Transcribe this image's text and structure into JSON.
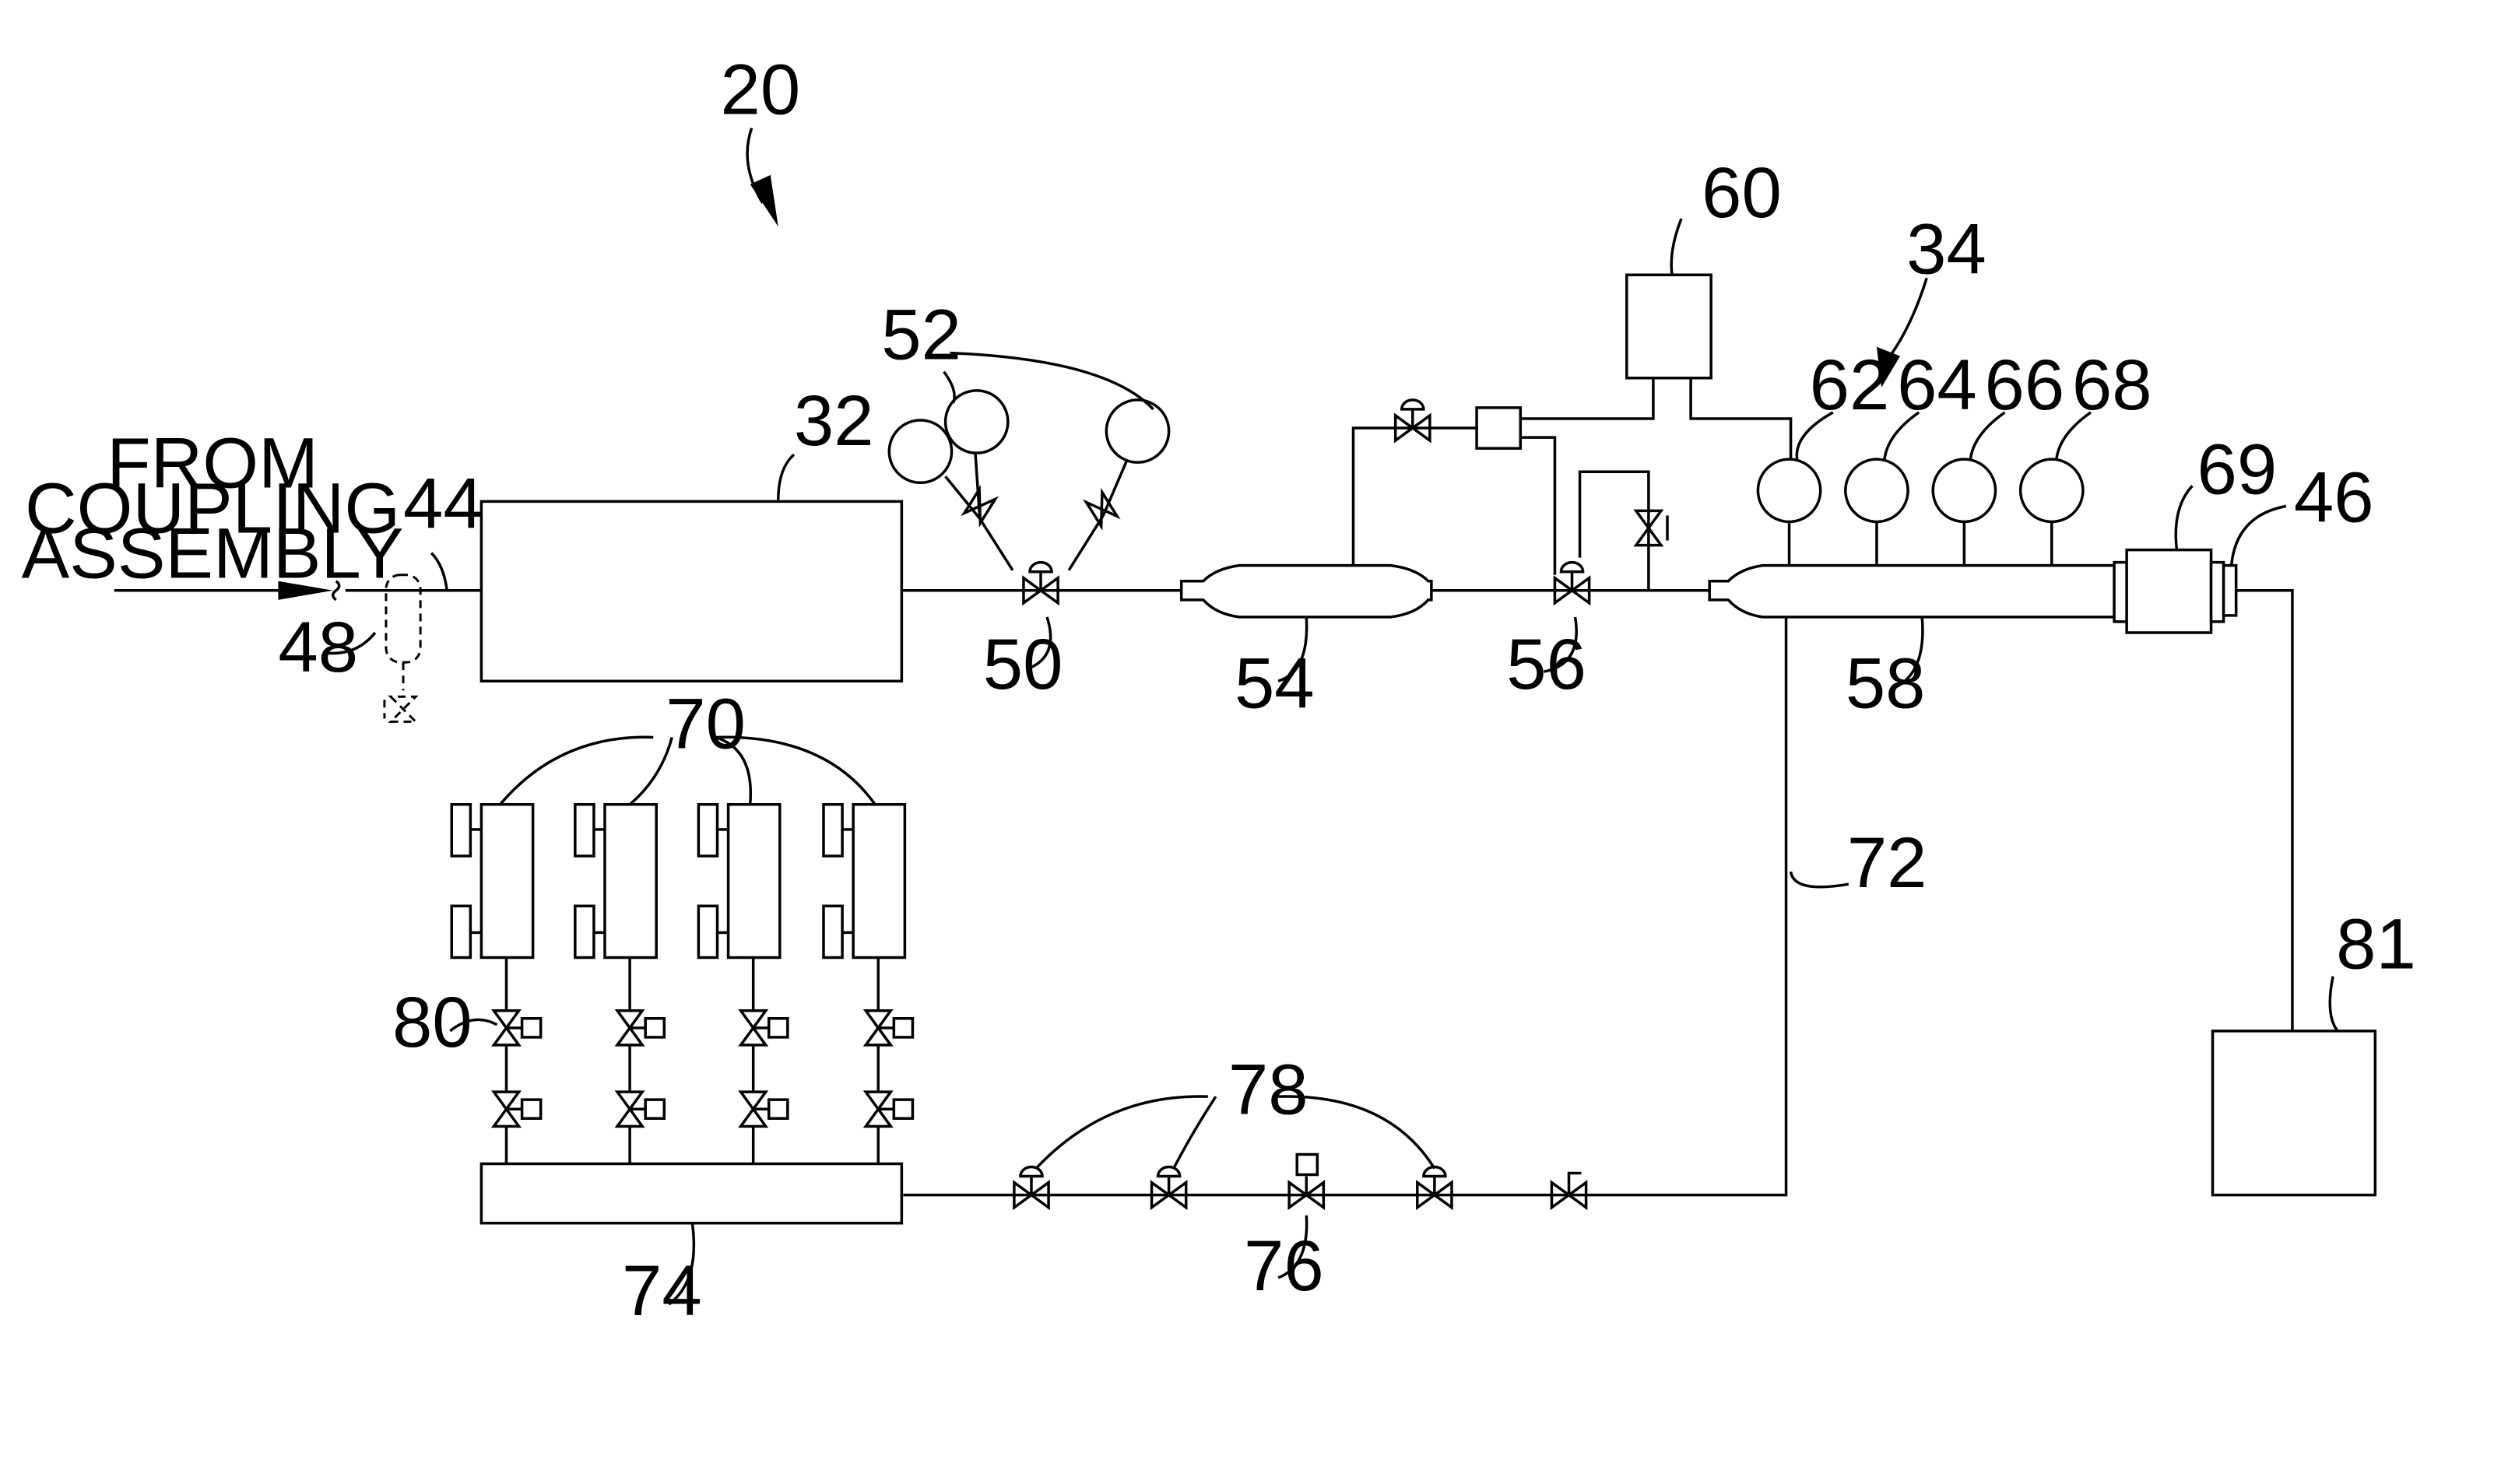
{
  "source_label": {
    "lines": [
      "FROM",
      "COUPLING",
      "ASSEMBLY"
    ]
  },
  "refs": {
    "r20": "20",
    "r32": "32",
    "r34": "34",
    "r44": "44",
    "r46": "46",
    "r48": "48",
    "r50": "50",
    "r52": "52",
    "r54": "54",
    "r56": "56",
    "r58": "58",
    "r60": "60",
    "r62": "62",
    "r64": "64",
    "r66": "66",
    "r68": "68",
    "r69": "69",
    "r70": "70",
    "r72": "72",
    "r74": "74",
    "r76": "76",
    "r78": "78",
    "r80": "80",
    "r81": "81"
  }
}
